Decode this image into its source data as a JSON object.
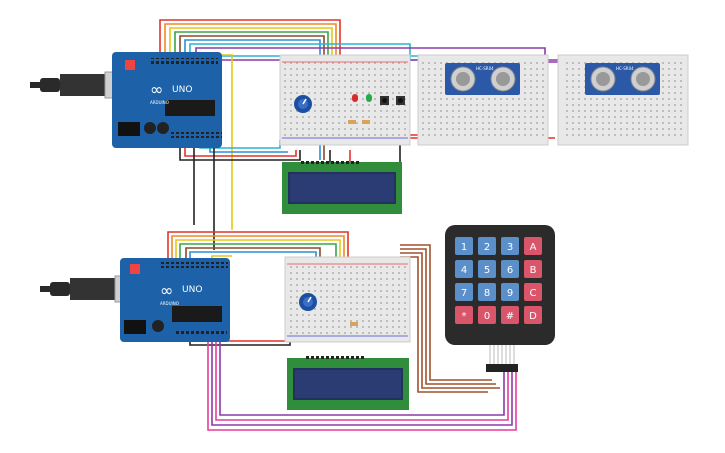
{
  "boards": {
    "top_uno": {
      "logo": "∞",
      "label": "UNO",
      "brand": "ARDUINO"
    },
    "bottom_uno": {
      "logo": "∞",
      "label": "UNO",
      "brand": "ARDUINO"
    }
  },
  "sensors": {
    "ultrasonic_1": {
      "label": "HC-SR04"
    },
    "ultrasonic_2": {
      "label": "HC-SR04"
    }
  },
  "keypad": {
    "keys": [
      [
        "1",
        "2",
        "3",
        "A"
      ],
      [
        "4",
        "5",
        "6",
        "B"
      ],
      [
        "7",
        "8",
        "9",
        "C"
      ],
      [
        "*",
        "0",
        "#",
        "D"
      ]
    ]
  },
  "colors": {
    "arduino_blue": "#1d62a8",
    "breadboard": "#e8e8e8",
    "lcd_green": "#2f8d3b",
    "lcd_screen": "#23315d",
    "keypad_body": "#2b2b2b",
    "key_blue": "#5b8fc9",
    "key_red": "#d9556a",
    "sensor_blue": "#2b59a8"
  },
  "icons": [
    "usb-cable-icon",
    "potentiometer-icon",
    "led-icon",
    "pushbutton-icon"
  ]
}
